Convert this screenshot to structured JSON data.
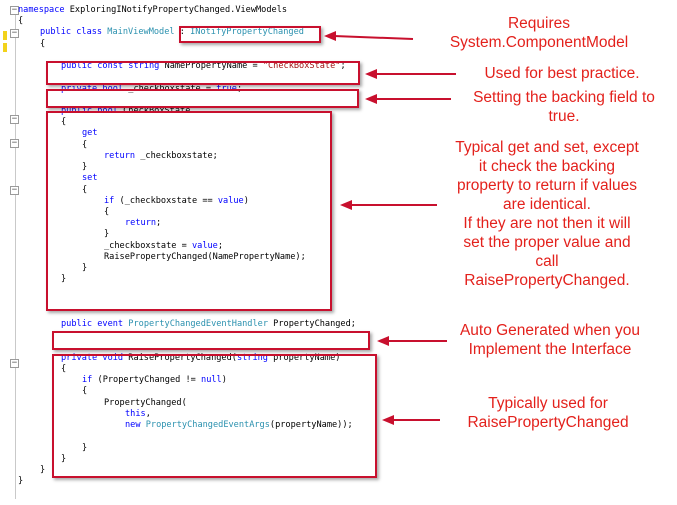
{
  "code_lines": [
    {
      "indent": 0,
      "tokens": [
        {
          "t": "namespace",
          "c": "kw"
        },
        {
          "t": " ExploringINotifyPropertyChanged.ViewModels",
          "c": ""
        }
      ]
    },
    {
      "indent": 0,
      "tokens": [
        {
          "t": "{",
          "c": ""
        }
      ]
    },
    {
      "indent": 1,
      "tokens": [
        {
          "t": "public",
          "c": "kw"
        },
        {
          "t": " ",
          "c": ""
        },
        {
          "t": "class",
          "c": "kw"
        },
        {
          "t": " ",
          "c": ""
        },
        {
          "t": "MainViewModel",
          "c": "ty"
        },
        {
          "t": " : ",
          "c": ""
        },
        {
          "t": "INotifyPropertyChanged",
          "c": "ty"
        }
      ]
    },
    {
      "indent": 1,
      "tokens": [
        {
          "t": "{",
          "c": ""
        }
      ]
    },
    {
      "indent": 1,
      "tokens": []
    },
    {
      "indent": 2,
      "tokens": [
        {
          "t": "public",
          "c": "kw"
        },
        {
          "t": " ",
          "c": ""
        },
        {
          "t": "const",
          "c": "kw"
        },
        {
          "t": " ",
          "c": ""
        },
        {
          "t": "string",
          "c": "kw"
        },
        {
          "t": " NamePropertyName = ",
          "c": ""
        },
        {
          "t": "\"CheckBoxState\"",
          "c": "st"
        },
        {
          "t": ";",
          "c": ""
        }
      ]
    },
    {
      "indent": 2,
      "tokens": []
    },
    {
      "indent": 2,
      "tokens": [
        {
          "t": "private",
          "c": "kw"
        },
        {
          "t": " ",
          "c": ""
        },
        {
          "t": "bool",
          "c": "kw"
        },
        {
          "t": " _checkboxstate = ",
          "c": ""
        },
        {
          "t": "true",
          "c": "kw"
        },
        {
          "t": ";",
          "c": ""
        }
      ]
    },
    {
      "indent": 2,
      "tokens": []
    },
    {
      "indent": 2,
      "tokens": [
        {
          "t": "public",
          "c": "kw"
        },
        {
          "t": " ",
          "c": ""
        },
        {
          "t": "bool",
          "c": "kw"
        },
        {
          "t": " CheckBoxState",
          "c": ""
        }
      ]
    },
    {
      "indent": 2,
      "tokens": [
        {
          "t": "{",
          "c": ""
        }
      ]
    },
    {
      "indent": 3,
      "tokens": [
        {
          "t": "get",
          "c": "kw"
        }
      ]
    },
    {
      "indent": 3,
      "tokens": [
        {
          "t": "{",
          "c": ""
        }
      ]
    },
    {
      "indent": 4,
      "tokens": [
        {
          "t": "return",
          "c": "kw"
        },
        {
          "t": " _checkboxstate;",
          "c": ""
        }
      ]
    },
    {
      "indent": 3,
      "tokens": [
        {
          "t": "}",
          "c": ""
        }
      ]
    },
    {
      "indent": 3,
      "tokens": [
        {
          "t": "set",
          "c": "kw"
        }
      ]
    },
    {
      "indent": 3,
      "tokens": [
        {
          "t": "{",
          "c": ""
        }
      ]
    },
    {
      "indent": 4,
      "tokens": [
        {
          "t": "if",
          "c": "kw"
        },
        {
          "t": " (_checkboxstate == ",
          "c": ""
        },
        {
          "t": "value",
          "c": "kw"
        },
        {
          "t": ")",
          "c": ""
        }
      ]
    },
    {
      "indent": 4,
      "tokens": [
        {
          "t": "{",
          "c": ""
        }
      ]
    },
    {
      "indent": 5,
      "tokens": [
        {
          "t": "return",
          "c": "kw"
        },
        {
          "t": ";",
          "c": ""
        }
      ]
    },
    {
      "indent": 4,
      "tokens": [
        {
          "t": "}",
          "c": ""
        }
      ]
    },
    {
      "indent": 4,
      "tokens": [
        {
          "t": "_checkboxstate = ",
          "c": ""
        },
        {
          "t": "value",
          "c": "kw"
        },
        {
          "t": ";",
          "c": ""
        }
      ]
    },
    {
      "indent": 4,
      "tokens": [
        {
          "t": "RaisePropertyChanged(NamePropertyName);",
          "c": ""
        }
      ]
    },
    {
      "indent": 3,
      "tokens": [
        {
          "t": "}",
          "c": ""
        }
      ]
    },
    {
      "indent": 2,
      "tokens": [
        {
          "t": "}",
          "c": ""
        }
      ]
    },
    {
      "indent": 2,
      "tokens": []
    },
    {
      "indent": 2,
      "tokens": []
    },
    {
      "indent": 2,
      "tokens": []
    },
    {
      "indent": 2,
      "tokens": [
        {
          "t": "public",
          "c": "kw"
        },
        {
          "t": " ",
          "c": ""
        },
        {
          "t": "event",
          "c": "kw"
        },
        {
          "t": " ",
          "c": ""
        },
        {
          "t": "PropertyChangedEventHandler",
          "c": "ty"
        },
        {
          "t": " PropertyChanged;",
          "c": ""
        }
      ]
    },
    {
      "indent": 2,
      "tokens": []
    },
    {
      "indent": 2,
      "tokens": []
    },
    {
      "indent": 2,
      "tokens": [
        {
          "t": "private",
          "c": "kw"
        },
        {
          "t": " ",
          "c": ""
        },
        {
          "t": "void",
          "c": "kw"
        },
        {
          "t": " RaisePropertyChanged(",
          "c": ""
        },
        {
          "t": "string",
          "c": "kw"
        },
        {
          "t": " propertyName)",
          "c": ""
        }
      ]
    },
    {
      "indent": 2,
      "tokens": [
        {
          "t": "{",
          "c": ""
        }
      ]
    },
    {
      "indent": 3,
      "tokens": [
        {
          "t": "if",
          "c": "kw"
        },
        {
          "t": " (PropertyChanged != ",
          "c": ""
        },
        {
          "t": "null",
          "c": "kw"
        },
        {
          "t": ")",
          "c": ""
        }
      ]
    },
    {
      "indent": 3,
      "tokens": [
        {
          "t": "{",
          "c": ""
        }
      ]
    },
    {
      "indent": 4,
      "tokens": [
        {
          "t": "PropertyChanged(",
          "c": ""
        }
      ]
    },
    {
      "indent": 5,
      "tokens": [
        {
          "t": "this",
          "c": "kw"
        },
        {
          "t": ",",
          "c": ""
        }
      ]
    },
    {
      "indent": 5,
      "tokens": [
        {
          "t": "new",
          "c": "kw"
        },
        {
          "t": " ",
          "c": ""
        },
        {
          "t": "PropertyChangedEventArgs",
          "c": "ty"
        },
        {
          "t": "(propertyName));",
          "c": ""
        }
      ]
    },
    {
      "indent": 4,
      "tokens": []
    },
    {
      "indent": 3,
      "tokens": [
        {
          "t": "}",
          "c": ""
        }
      ]
    },
    {
      "indent": 2,
      "tokens": [
        {
          "t": "}",
          "c": ""
        }
      ]
    },
    {
      "indent": 1,
      "tokens": [
        {
          "t": "}",
          "c": ""
        }
      ]
    },
    {
      "indent": 0,
      "tokens": [
        {
          "t": "}",
          "c": ""
        }
      ]
    }
  ],
  "annotations": {
    "interface_note": {
      "lines": [
        "Requires",
        "System.ComponentModel"
      ]
    },
    "const_note": {
      "lines": [
        "Used for best practice."
      ]
    },
    "field_note": {
      "lines": [
        "Setting the backing field to",
        "true."
      ]
    },
    "property_note": {
      "lines": [
        "Typical get and set, except",
        "it check the backing",
        "property to return if values",
        "are identical.",
        "If they are not then it will",
        "set the proper value and",
        "call",
        "RaisePropertyChanged."
      ]
    },
    "event_note": {
      "lines": [
        "Auto Generated when you",
        "Implement the Interface"
      ]
    },
    "method_note": {
      "lines": [
        "Typically used for",
        "RaisePropertyChanged"
      ]
    }
  },
  "colors": {
    "keyword": "#0000ff",
    "type": "#2b91af",
    "string": "#a31515",
    "annotation": "#e3211c",
    "box": "#c8102e",
    "change_marker": "#f2d21b"
  }
}
